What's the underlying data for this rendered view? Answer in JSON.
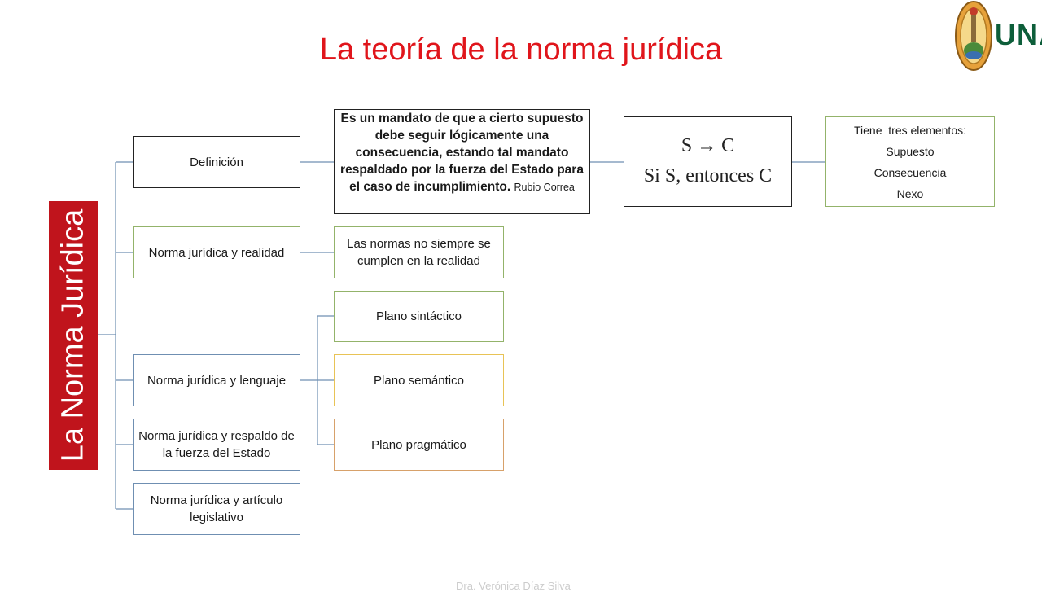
{
  "title": "La teoría de la norma jurídica",
  "logo": {
    "text": "UNA"
  },
  "main_label": "La Norma Jurídica",
  "branches": {
    "definicion": "Definición",
    "realidad": "Norma jurídica y realidad",
    "lenguaje": "Norma jurídica y lenguaje",
    "respaldo": "Norma jurídica y respaldo de la fuerza del Estado",
    "articulo": "Norma jurídica y artículo legislativo"
  },
  "definition": {
    "text": "Es un mandato de que a cierto supuesto debe seguir lógicamente una consecuencia, estando tal mandato respaldado por la fuerza del Estado para el caso de incumplimiento.",
    "source": "Rubio Correa"
  },
  "formula": {
    "line1": "S → C",
    "line2": "Si S, entonces C"
  },
  "elements": {
    "heading": "Tiene  tres elementos:",
    "items": [
      "Supuesto",
      "Consecuencia",
      "Nexo"
    ]
  },
  "realidad_note": "Las normas no siempre se cumplen en la realidad",
  "planos": [
    "Plano sintáctico",
    "Plano semántico",
    "Plano pragmático"
  ],
  "footer": "Dra. Verónica Díaz Silva"
}
